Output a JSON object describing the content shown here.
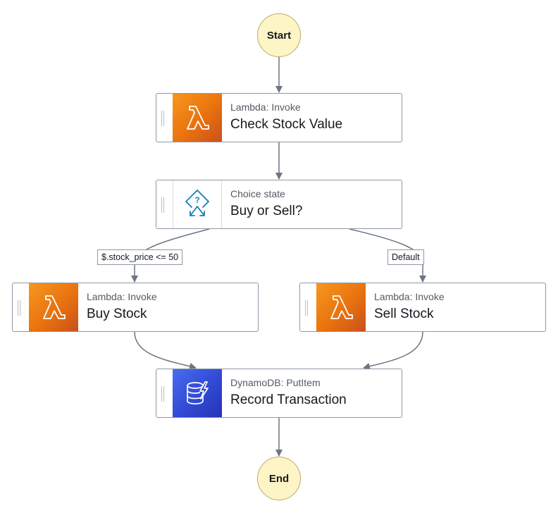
{
  "start_label": "Start",
  "end_label": "End",
  "states": {
    "check": {
      "type": "Lambda: Invoke",
      "name": "Check Stock Value"
    },
    "choice": {
      "type": "Choice state",
      "name": "Buy or Sell?"
    },
    "buy": {
      "type": "Lambda: Invoke",
      "name": "Buy Stock"
    },
    "sell": {
      "type": "Lambda: Invoke",
      "name": "Sell Stock"
    },
    "record": {
      "type": "DynamoDB: PutItem",
      "name": "Record Transaction"
    }
  },
  "edges": {
    "buy_condition": "$.stock_price <= 50",
    "default": "Default"
  },
  "colors": {
    "edge": "#6b7681",
    "lambda": "#ed7100",
    "dynamodb": "#3b48cc",
    "choice_icon": "#147eba",
    "terminal_fill": "#fdf5c6"
  },
  "icons": {
    "lambda": "lambda-icon",
    "choice": "choice-icon",
    "dynamodb": "dynamodb-icon"
  }
}
